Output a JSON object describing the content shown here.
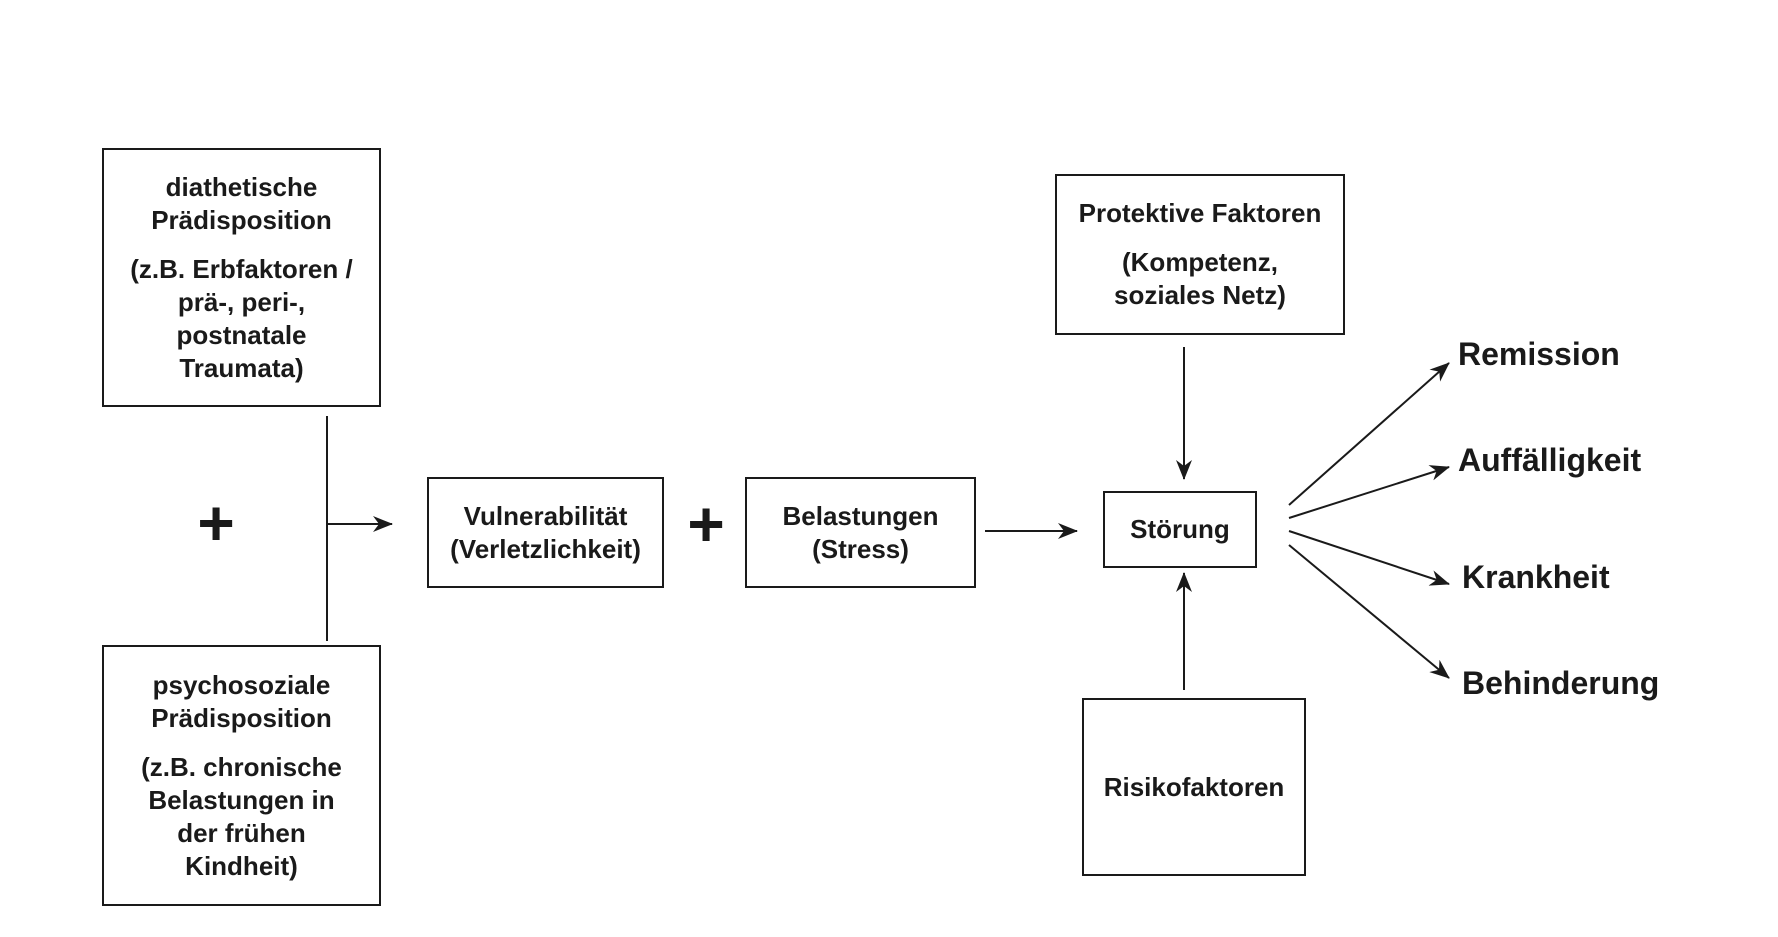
{
  "diathesis": {
    "title": [
      "diathetische",
      "Prädisposition"
    ],
    "detail": [
      "(z.B. Erbfaktoren /",
      "prä-, peri-,",
      "postnatale",
      "Traumata)"
    ]
  },
  "psychosocial": {
    "title": [
      "psychosoziale",
      "Prädisposition"
    ],
    "detail": [
      "(z.B. chronische",
      "Belastungen in",
      "der frühen",
      "Kindheit)"
    ]
  },
  "plus_sign": "+",
  "vulnerability": {
    "lines": [
      "Vulnerabilität",
      "(Verletzlichkeit)"
    ]
  },
  "stress": {
    "lines": [
      "Belastungen",
      "(Stress)"
    ]
  },
  "protective": {
    "title": "Protektive Faktoren",
    "detail": [
      "(Kompetenz,",
      "soziales Netz)"
    ]
  },
  "disorder": {
    "label": "Störung"
  },
  "risk": {
    "label": "Risikofaktoren"
  },
  "outcomes": [
    "Remission",
    "Auffälligkeit",
    "Krankheit",
    "Behinderung"
  ],
  "colors": {
    "stroke": "#1a1a1a",
    "background": "#ffffff"
  }
}
